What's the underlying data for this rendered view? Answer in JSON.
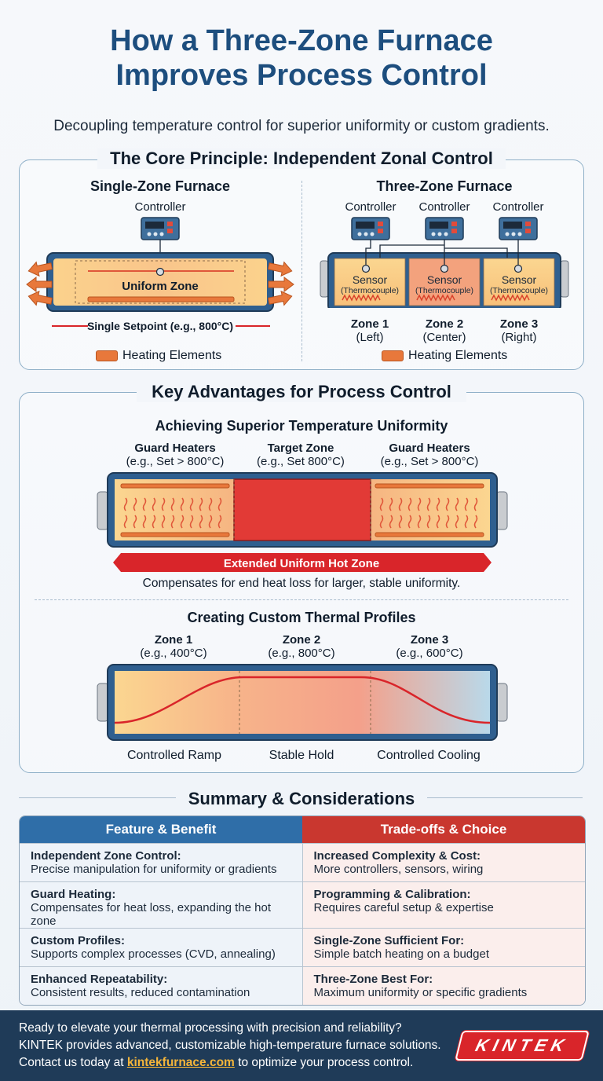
{
  "title_line1": "How a Three-Zone Furnace",
  "title_line2": "Improves Process Control",
  "subtitle": "Decoupling temperature control for superior uniformity or custom gradients.",
  "core": {
    "title": "The Core Principle: Independent Zonal Control",
    "single": {
      "title": "Single-Zone Furnace",
      "controller": "Controller",
      "zone_label": "Uniform Zone",
      "setpoint": "Single Setpoint (e.g., 800°C)",
      "legend": "Heating Elements"
    },
    "three": {
      "title": "Three-Zone Furnace",
      "controllers": [
        "Controller",
        "Controller",
        "Controller"
      ],
      "sensor": "Sensor",
      "thermocouple": "(Thermocouple)",
      "zones": [
        {
          "name": "Zone 1",
          "pos": "(Left)"
        },
        {
          "name": "Zone 2",
          "pos": "(Center)"
        },
        {
          "name": "Zone 3",
          "pos": "(Right)"
        }
      ],
      "legend": "Heating Elements"
    }
  },
  "advantages": {
    "title": "Key Advantages for Process Control",
    "uniformity": {
      "title": "Achieving Superior Temperature Uniformity",
      "guard_left": {
        "name": "Guard Heaters",
        "set": "(e.g., Set > 800°C)"
      },
      "target": {
        "name": "Target Zone",
        "set": "(e.g., Set 800°C)"
      },
      "guard_right": {
        "name": "Guard Heaters",
        "set": "(e.g., Set > 800°C)"
      },
      "banner": "Extended Uniform Hot Zone",
      "caption": "Compensates for end heat loss for larger, stable uniformity."
    },
    "profiles": {
      "title": "Creating Custom Thermal Profiles",
      "zones": [
        {
          "name": "Zone 1",
          "set": "(e.g., 400°C)"
        },
        {
          "name": "Zone 2",
          "set": "(e.g., 800°C)"
        },
        {
          "name": "Zone 3",
          "set": "(e.g., 600°C)"
        }
      ],
      "phases": [
        "Controlled Ramp",
        "Stable Hold",
        "Controlled Cooling"
      ]
    }
  },
  "summary": {
    "title": "Summary & Considerations",
    "col_left": "Feature & Benefit",
    "col_right": "Trade-offs & Choice",
    "rows": [
      {
        "left_title": "Independent Zone Control:",
        "left_text": "Precise manipulation for uniformity or gradients",
        "right_title": "Increased Complexity & Cost:",
        "right_text": "More controllers, sensors, wiring"
      },
      {
        "left_title": "Guard Heating:",
        "left_text": "Compensates for heat loss, expanding the hot zone",
        "right_title": "Programming & Calibration:",
        "right_text": "Requires careful setup & expertise"
      },
      {
        "left_title": "Custom Profiles:",
        "left_text": "Supports complex processes (CVD, annealing)",
        "right_title": "Single-Zone Sufficient For:",
        "right_text": "Simple batch heating on a budget"
      },
      {
        "left_title": "Enhanced Repeatability:",
        "left_text": "Consistent results, reduced contamination",
        "right_title": "Three-Zone Best For:",
        "right_text": "Maximum uniformity or specific gradients"
      }
    ]
  },
  "footer": {
    "line1": "Ready to elevate your thermal processing with precision and reliability?",
    "line2": "KINTEK provides advanced, customizable high-temperature furnace solutions.",
    "line3_pre": "Contact us today at ",
    "link": "kintekfurnace.com",
    "line3_post": " to optimize your process control.",
    "logo": "KINTEK"
  },
  "colors": {
    "title_blue": "#1d4e7e",
    "heater_orange": "#e8783b",
    "hot_red": "#d9252a",
    "table_blue": "#2f6ea8",
    "table_red": "#c9372f",
    "footer_navy": "#1f3b58",
    "link_gold": "#f4b53a"
  }
}
